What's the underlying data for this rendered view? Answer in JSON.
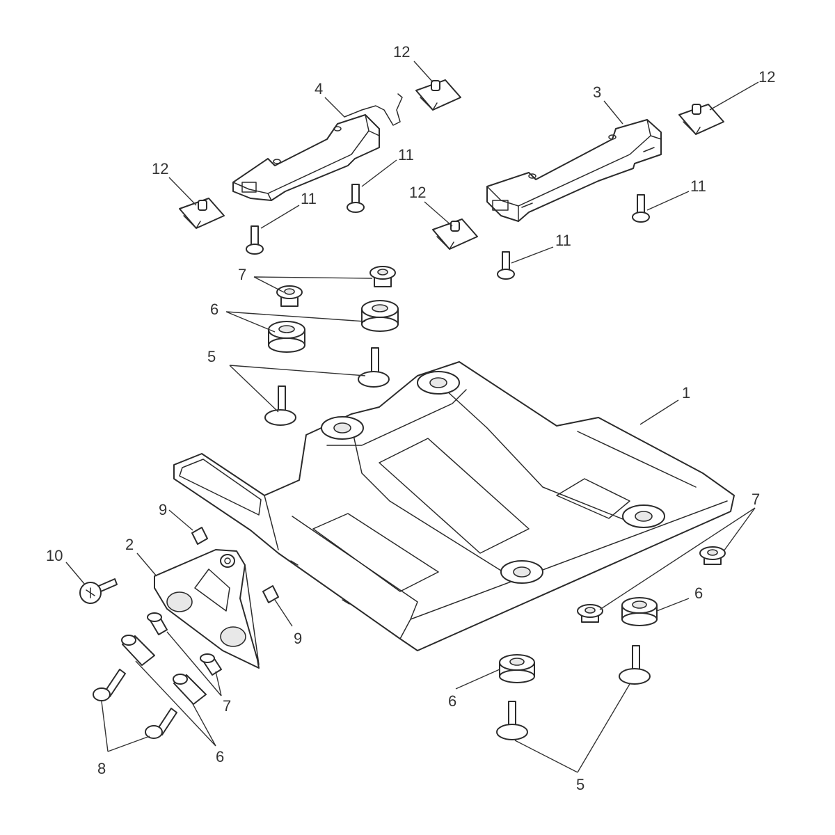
{
  "labels": {
    "l1": "1",
    "l2": "2",
    "l3": "3",
    "l4": "4",
    "l5a": "5",
    "l5b": "5",
    "l6a": "6",
    "l6b": "6",
    "l6c": "6",
    "l6d": "6",
    "l7a": "7",
    "l7b": "7",
    "l7c": "7",
    "l8": "8",
    "l9a": "9",
    "l9b": "9",
    "l10": "10",
    "l11a": "11",
    "l11b": "11",
    "l11c": "11",
    "l11d": "11",
    "l12a": "12",
    "l12b": "12",
    "l12c": "12",
    "l12d": "12"
  }
}
